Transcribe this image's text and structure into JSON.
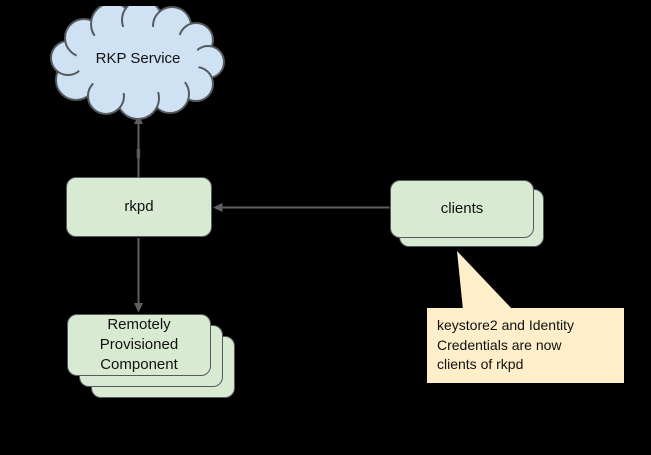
{
  "diagram": {
    "nodes": {
      "rkp_service": {
        "label": "RKP Service",
        "shape": "cloud"
      },
      "rkpd": {
        "label": "rkpd",
        "shape": "rounded-box"
      },
      "clients": {
        "label": "clients",
        "shape": "rounded-box",
        "stack_count": 2
      },
      "rpc": {
        "label": "Remotely Provisioned Component",
        "lines": [
          "Remotely",
          "Provisioned",
          "Component"
        ],
        "shape": "rounded-box",
        "stack_count": 3
      }
    },
    "connectors": [
      {
        "from": "rkpd",
        "to": "rkp_service",
        "arrow_at": "rkp_service"
      },
      {
        "from": "clients",
        "to": "rkpd",
        "arrow_at": "rkpd"
      },
      {
        "from": "rkpd",
        "to": "rpc",
        "arrow_at": "rpc"
      }
    ],
    "callout": {
      "text": "keystore2 and Identity Credentials are now clients of rkpd",
      "lines": [
        "keystore2 and Identity",
        "Credentials are now",
        "clients of rkpd"
      ],
      "points_to": "clients"
    }
  },
  "colors": {
    "background": "#000000",
    "node_green": "#d9ead3",
    "cloud_blue": "#cfe2f3",
    "callout_cream": "#ffeeca",
    "border": "#545a5e",
    "connector": "#5b6064",
    "text": "#111111"
  }
}
